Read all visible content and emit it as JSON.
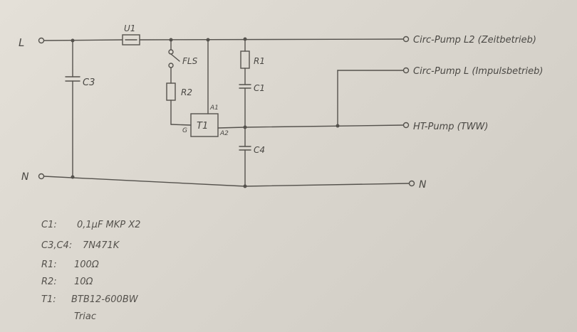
{
  "terminals": {
    "in_l": "L",
    "in_n": "N",
    "out_l2": "Circ-Pump L2 (Zeitbetrieb)",
    "out_l": "Circ-Pump L (Impulsbetrieb)",
    "out_ht": "HT-Pump (TWW)",
    "out_n": "N"
  },
  "components": {
    "fuse": "U1",
    "fls": "FLS",
    "r1": "R1",
    "r2": "R2",
    "c1": "C1",
    "c3": "C3",
    "c4": "C4",
    "triac": "T1",
    "pin_a1": "A1",
    "pin_a2": "A2",
    "pin_g": "G"
  },
  "notes": [
    {
      "label": "C1:",
      "value": "0,1µF MKP X2"
    },
    {
      "label": "C3,C4:",
      "value": "7N471K"
    },
    {
      "label": "R1:",
      "value": "100Ω"
    },
    {
      "label": "R2:",
      "value": "10Ω"
    },
    {
      "label": "T1:",
      "value": "BTB12-600BW"
    },
    {
      "label": "",
      "value": "Triac"
    }
  ]
}
